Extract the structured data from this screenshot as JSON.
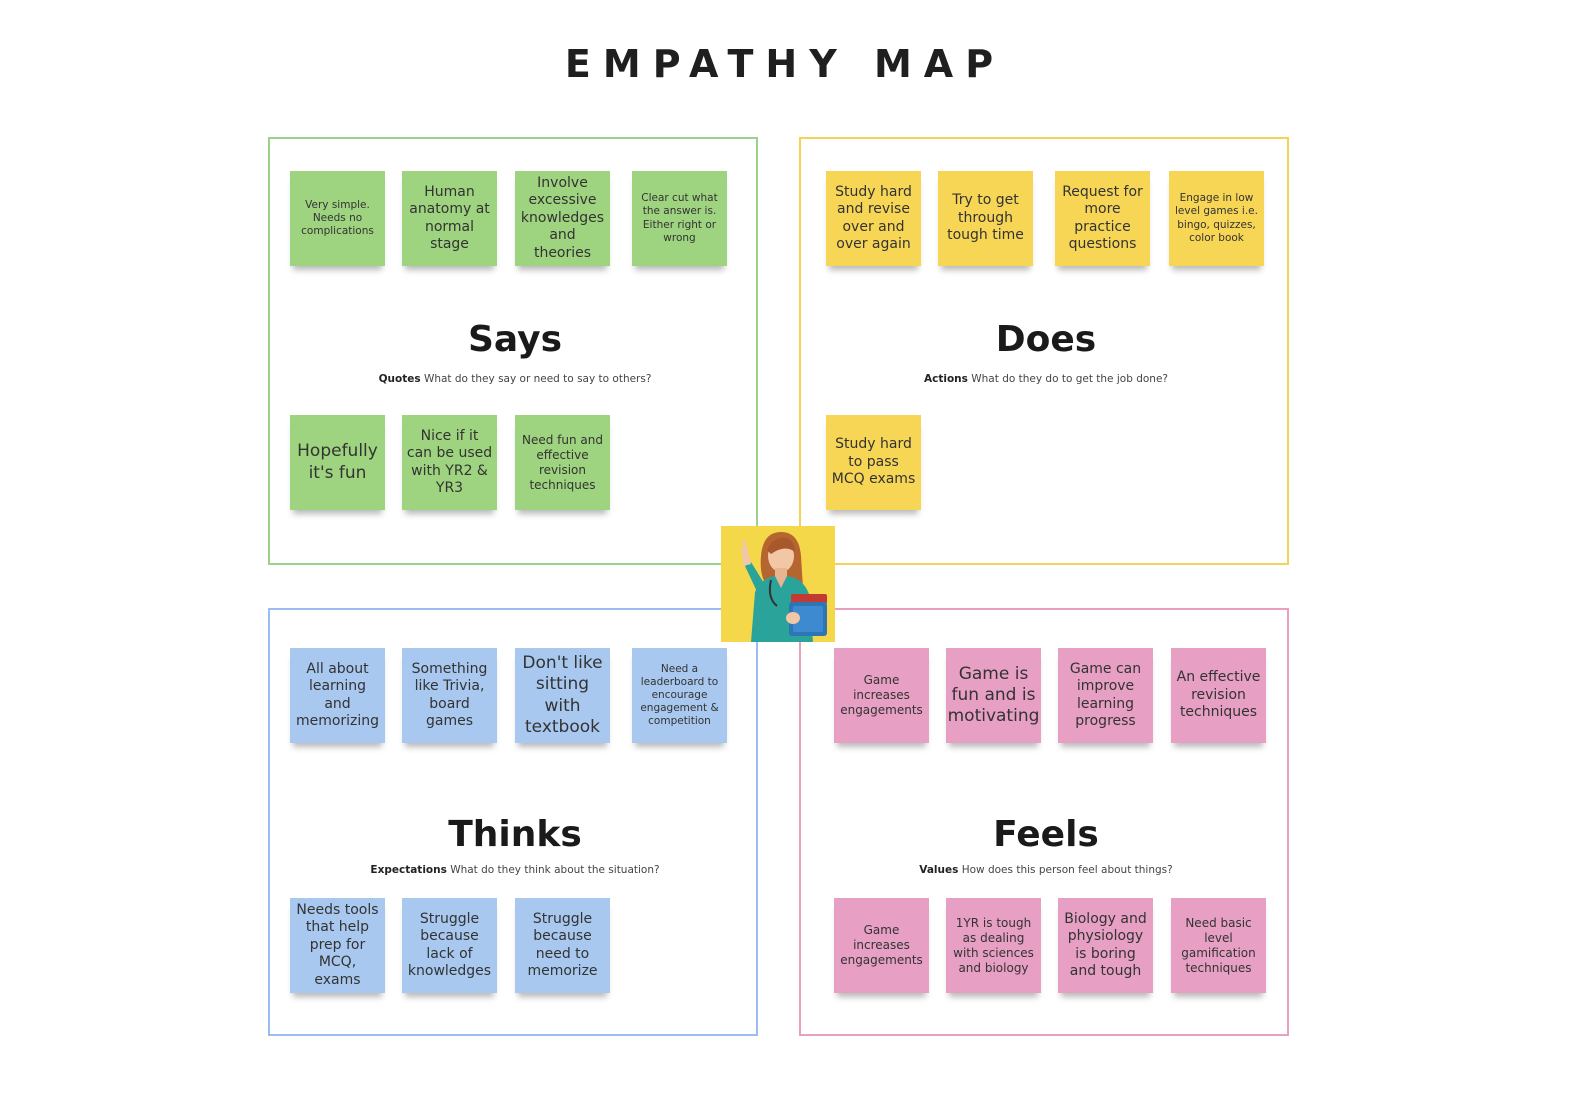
{
  "title": "EMPATHY MAP",
  "says": {
    "heading": "Says",
    "sub_label": "Quotes",
    "sub_text": "What do they say or need to say to others?",
    "notes": [
      "Very simple. Needs no complications",
      "Human anatomy at normal stage",
      "Involve excessive knowledges and theories",
      "Clear cut what the answer is. Either right or wrong",
      "Hopefully it's fun",
      "Nice if it can be used with YR2 & YR3",
      "Need fun and effective revision techniques"
    ]
  },
  "does": {
    "heading": "Does",
    "sub_label": "Actions",
    "sub_text": "What do they do to get the job done?",
    "notes": [
      "Study hard and revise over and over again",
      "Try to get through tough time",
      "Request for more practice questions",
      "Engage in low level games i.e. bingo, quizzes, color book",
      "Study hard to pass MCQ exams"
    ]
  },
  "thinks": {
    "heading": "Thinks",
    "sub_label": "Expectations",
    "sub_text": "What do they think about the situation?",
    "notes": [
      "All about learning and memorizing",
      "Something like Trivia, board games",
      "Don't like sitting with textbook",
      "Need a leaderboard to encourage engagement & competition",
      "Needs tools that help prep for MCQ, exams",
      "Struggle because lack of knowledges",
      "Struggle because need to memorize"
    ]
  },
  "feels": {
    "heading": "Feels",
    "sub_label": "Values",
    "sub_text": "How does this person feel about things?",
    "notes": [
      "Game increases engagements",
      "Game is fun and is motivating",
      "Game can improve learning progress",
      "An effective revision techniques",
      "Game increases engagements",
      "1YR is tough as dealing with sciences and biology",
      "Biology and physiology is boring and tough",
      "Need basic level gamification techniques"
    ]
  },
  "colors": {
    "says": "#9ed37f",
    "does": "#f7d655",
    "thinks": "#a8c8ef",
    "feels": "#e79fc4"
  }
}
